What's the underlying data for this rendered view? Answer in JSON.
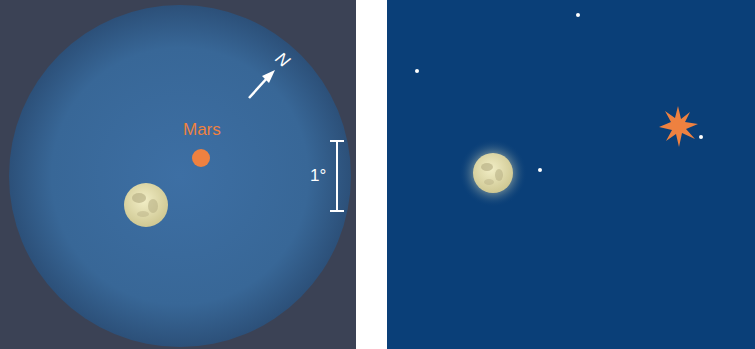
{
  "diagram": {
    "labels": [
      "Mars",
      "N",
      "1°"
    ]
  }
}
